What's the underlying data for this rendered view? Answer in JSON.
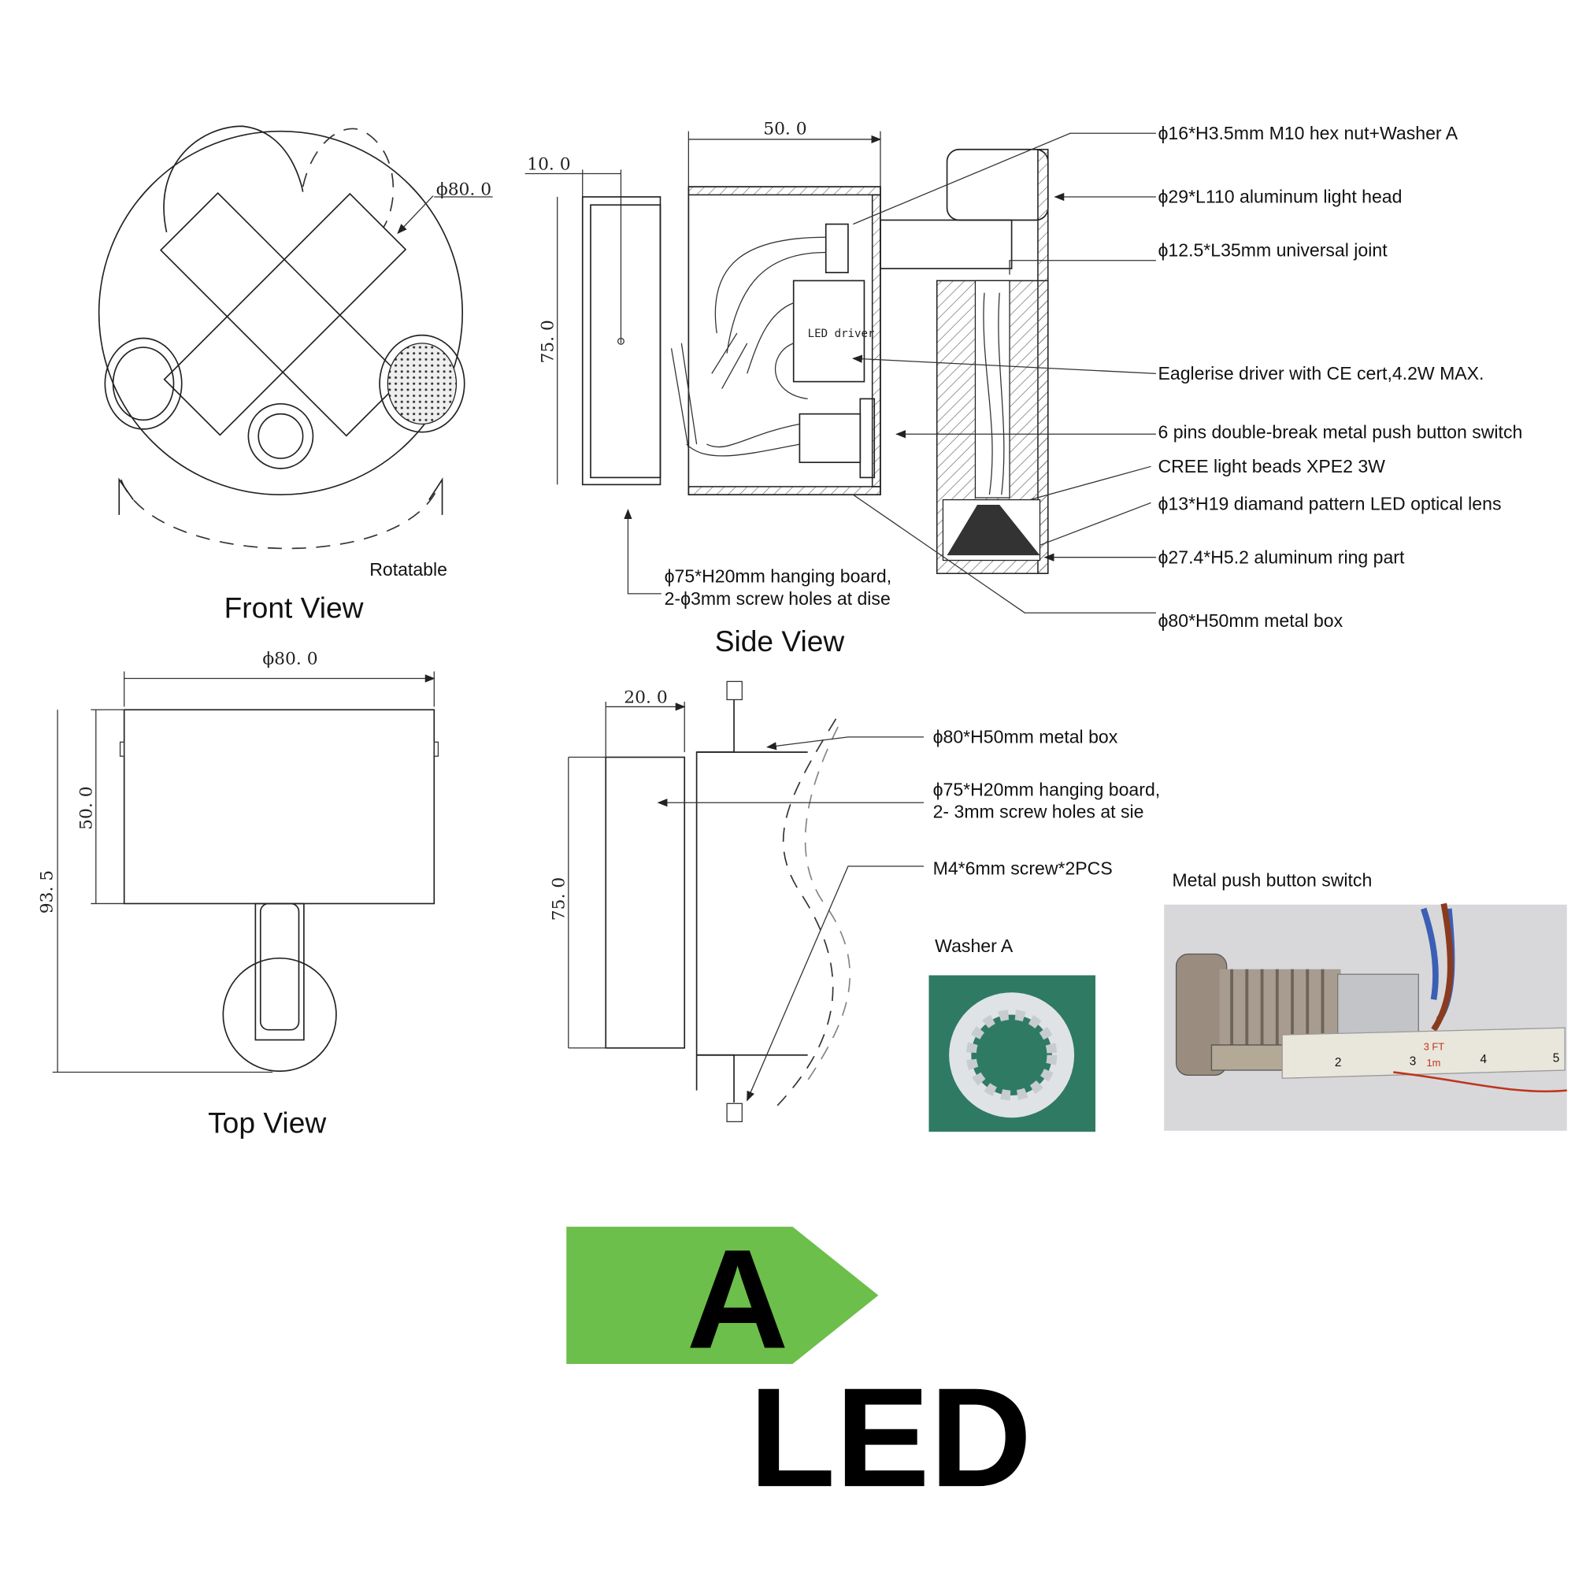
{
  "views": {
    "front": "Front View",
    "side": "Side View",
    "top": "Top View",
    "rotatable": "Rotatable"
  },
  "dimensions": {
    "front_diameter": "ϕ80. 0",
    "side_width": "50. 0",
    "side_board": "10. 0",
    "side_height": "75. 0",
    "top_diameter": "ϕ80. 0",
    "top_height": "50. 0",
    "top_total": "93. 5",
    "mount_width": "20. 0",
    "mount_height": "75. 0",
    "led_driver": "LED driver"
  },
  "callouts": {
    "hex_nut": "ϕ16*H3.5mm M10 hex nut+Washer A",
    "light_head": "ϕ29*L110 aluminum light head",
    "joint": "ϕ12.5*L35mm universal joint",
    "driver": "Eaglerise driver with CE cert,4.2W MAX.",
    "switch": "6 pins double-break metal push button switch",
    "beads": "CREE light beads XPE2 3W",
    "lens": "ϕ13*H19 diamand pattern LED optical lens",
    "ring": "ϕ27.4*H5.2 aluminum ring part",
    "box": "ϕ80*H50mm metal box",
    "board_line1": "ϕ75*H20mm hanging board,",
    "board_line2": "2-ϕ3mm screw holes at dise",
    "mount_box": "ϕ80*H50mm metal box",
    "mount_board_line1": "ϕ75*H20mm hanging board,",
    "mount_board_line2": "2- 3mm screw holes at sie",
    "screw": "M4*6mm screw*2PCS"
  },
  "photos": {
    "washer_label": "Washer A",
    "switch_label": "Metal push button switch",
    "tape_marks": [
      "2",
      "3",
      "4",
      "5",
      "3 FT",
      "1m"
    ]
  },
  "energy": {
    "grade": "A",
    "type": "LED",
    "color": "#6cbf4a"
  }
}
